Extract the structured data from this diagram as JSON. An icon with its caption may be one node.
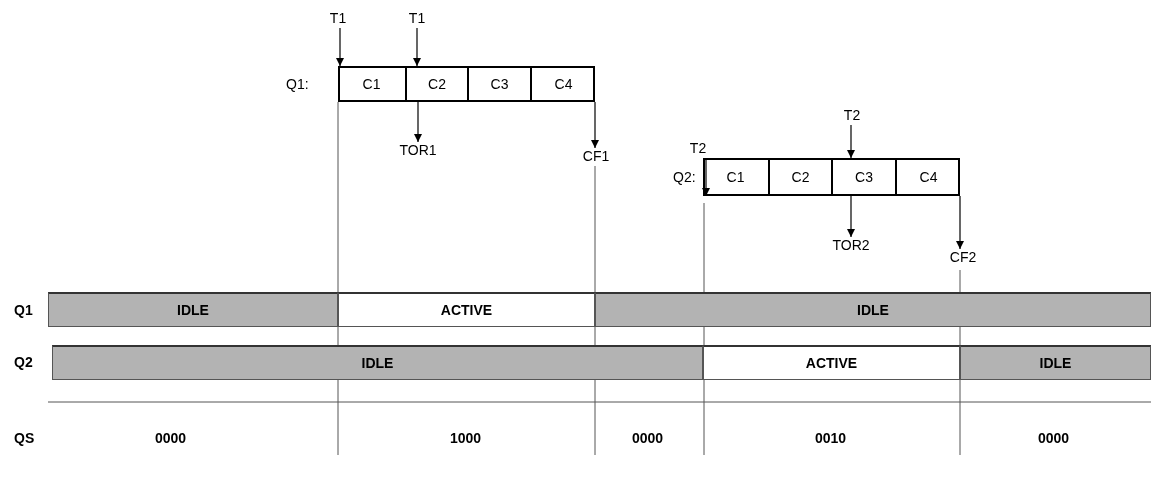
{
  "diagram": {
    "nodes": [
      {
        "text": [
          "T1"
        ]
      },
      {
        "text": [
          "T1"
        ]
      },
      {
        "text": [
          "Q1:"
        ]
      },
      {
        "text": [
          "C1"
        ],
        "in": 2
      },
      {
        "text": [
          "C2"
        ],
        "in": 2
      },
      {
        "text": [
          "C3"
        ],
        "in": 2
      },
      {
        "text": [
          "C4"
        ],
        "in": 2
      },
      {
        "text": [
          "TOR1"
        ]
      },
      {
        "text": [
          "CF1"
        ]
      },
      {
        "text": [
          "T2"
        ]
      },
      {
        "text": [
          "T2"
        ]
      },
      {
        "text": [
          "Q2:"
        ]
      },
      {
        "text": [
          "C1"
        ],
        "in": 11
      },
      {
        "text": [
          "C2"
        ],
        "in": 11
      },
      {
        "text": [
          "C3"
        ],
        "in": 11
      },
      {
        "text": [
          "C4"
        ],
        "in": 11
      },
      {
        "text": [
          "TOR2"
        ]
      },
      {
        "text": [
          "CF2"
        ]
      },
      {
        "text": [
          "IDLE"
        ]
      },
      {
        "text": [
          "ACTIVE"
        ]
      },
      {
        "text": [
          "IDLE"
        ]
      },
      {
        "text": [
          "IDLE"
        ]
      },
      {
        "text": [
          "ACTIVE"
        ]
      },
      {
        "text": [
          "IDLE"
        ]
      }
    ],
    "edges": [
      {
        "from": 0,
        "to": 3,
        "arrow": "to"
      },
      {
        "from": 1,
        "to": 4,
        "arrow": "to"
      },
      {
        "from": 4,
        "to": 7,
        "arrow": "to"
      },
      {
        "from": 6,
        "to": 8,
        "arrow": "to"
      },
      {
        "from": 9,
        "to": 14,
        "arrow": "to"
      },
      {
        "from": 10,
        "to": 12,
        "arrow": "to"
      },
      {
        "from": 14,
        "to": 16,
        "arrow": "to"
      },
      {
        "from": 15,
        "to": 17,
        "arrow": "to"
      }
    ],
    "labels": [
      "Q1",
      "Q2",
      "QS",
      "0000",
      "1000",
      "0000",
      "0010",
      "0000"
    ]
  }
}
